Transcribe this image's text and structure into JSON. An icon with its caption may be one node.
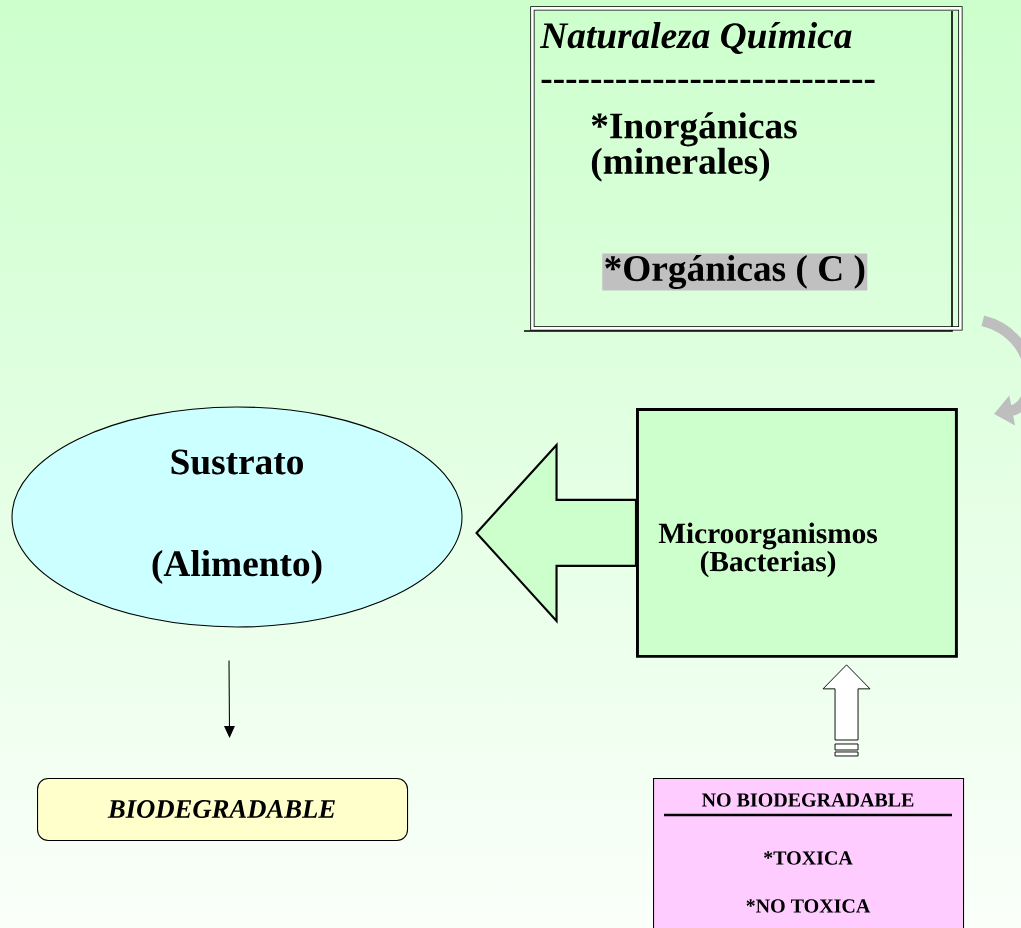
{
  "diagram": {
    "nodes": [
      {
        "text": [
          "Naturaleza Química",
          "---------------------------",
          "*Inorgánicas (minerales)",
          "*Orgánicas ( C )"
        ]
      },
      {
        "text": [
          "Sustrato",
          "(Alimento)"
        ]
      },
      {
        "text": [
          "Microorganismos (Bacterias)"
        ]
      },
      {
        "text": [
          "BIODEGRADABLE"
        ]
      },
      {
        "text": [
          "NO BIODEGRADABLE",
          "*TOXICA",
          "*NO TOXICA"
        ]
      }
    ],
    "edges": [
      {
        "from": 0,
        "to": 2,
        "arrow": "to",
        "style": "thick"
      },
      {
        "from": 2,
        "to": 1,
        "arrow": "to"
      },
      {
        "from": 1,
        "to": 3,
        "arrow": "to",
        "color": "#000000"
      },
      {
        "from": 4,
        "to": 2,
        "arrow": "to"
      }
    ]
  }
}
